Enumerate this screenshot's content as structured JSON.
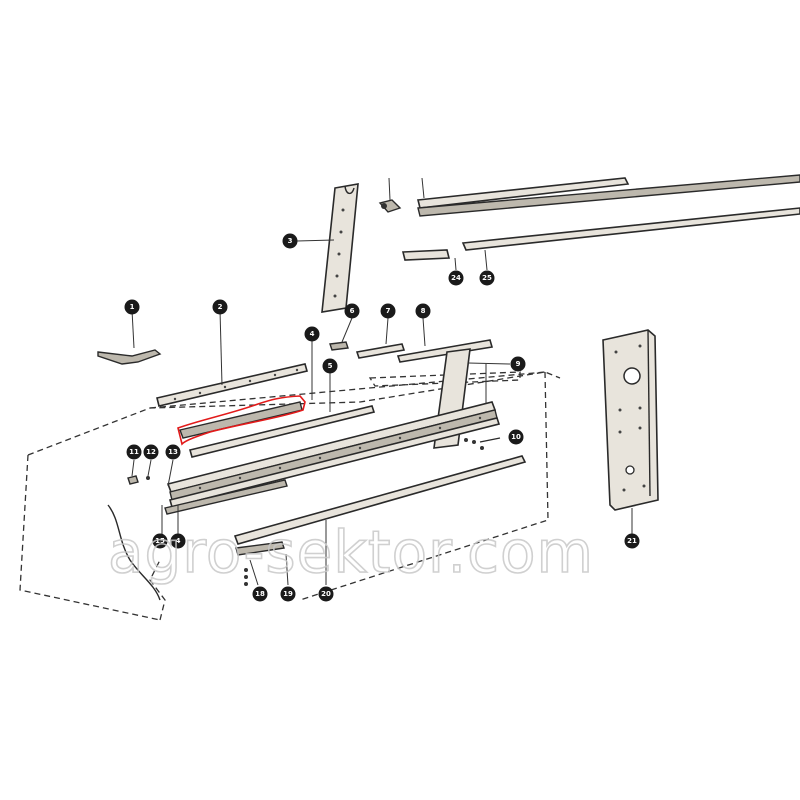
{
  "callouts": [
    {
      "id": "c1",
      "label": "1"
    },
    {
      "id": "c2",
      "label": "2"
    },
    {
      "id": "c3",
      "label": "3"
    },
    {
      "id": "c4a",
      "label": "4"
    },
    {
      "id": "c4b",
      "label": "4"
    },
    {
      "id": "c5",
      "label": "5"
    },
    {
      "id": "c6",
      "label": "6"
    },
    {
      "id": "c7",
      "label": "7"
    },
    {
      "id": "c8",
      "label": "8"
    },
    {
      "id": "c9",
      "label": "9"
    },
    {
      "id": "c10",
      "label": "10"
    },
    {
      "id": "c11",
      "label": "11"
    },
    {
      "id": "c12",
      "label": "12"
    },
    {
      "id": "c13",
      "label": "13"
    },
    {
      "id": "c15",
      "label": "15"
    },
    {
      "id": "c18",
      "label": "18"
    },
    {
      "id": "c19",
      "label": "19"
    },
    {
      "id": "c20",
      "label": "20"
    },
    {
      "id": "c21",
      "label": "21"
    },
    {
      "id": "c24",
      "label": "24"
    },
    {
      "id": "c25",
      "label": "25"
    }
  ],
  "watermark": "agro-sektor.com",
  "colors": {
    "line": "#2a2a2a",
    "part_fill": "#e8e4dc",
    "highlight": "#e21a1a",
    "watermark": "#c8c8c8"
  }
}
